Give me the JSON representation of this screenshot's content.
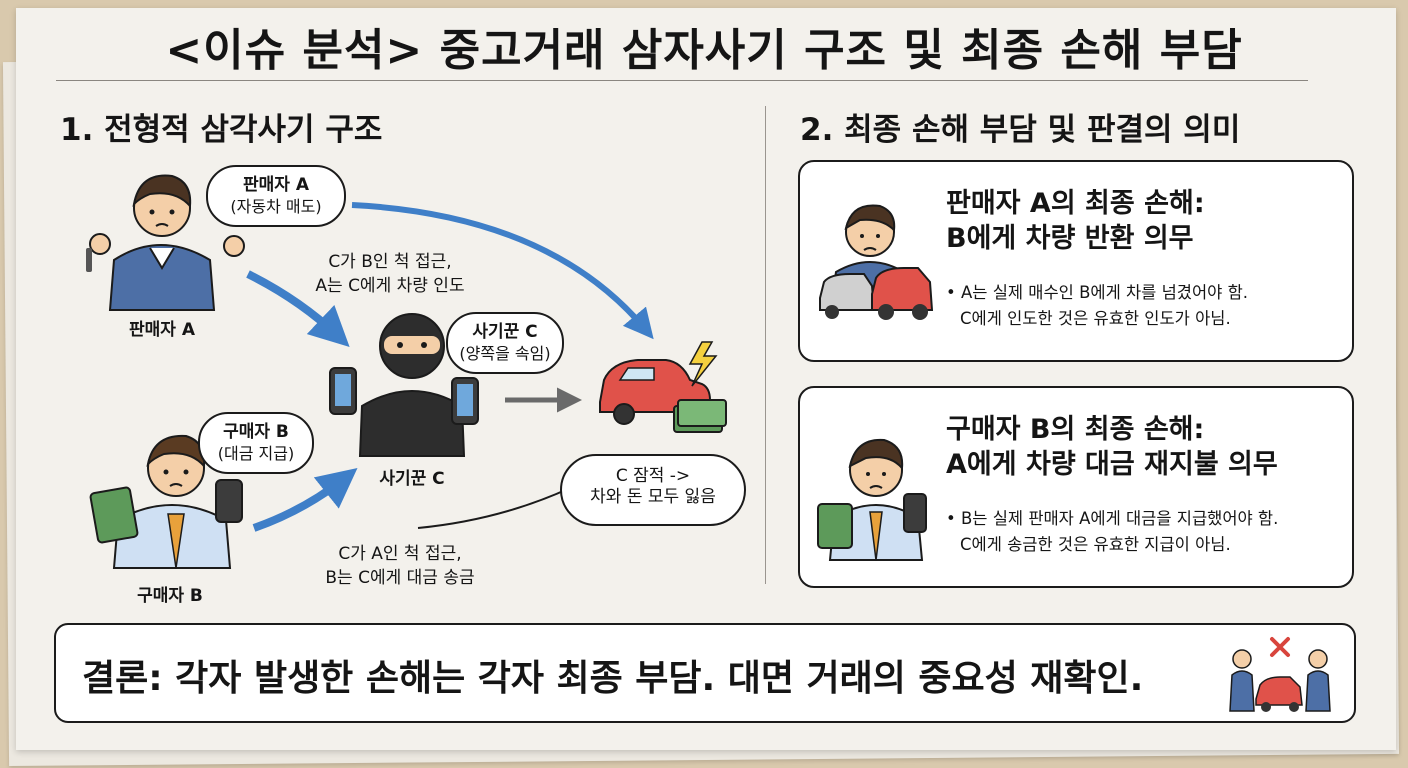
{
  "title": "<이슈 분석> 중고거래 삼자사기 구조 및 최종 손해 부담",
  "section1": {
    "heading": "1. 전형적 삼각사기 구조",
    "seller": {
      "label": "판매자 A",
      "bubble_line1": "판매자 A",
      "bubble_line2": "(자동차 매도)"
    },
    "scammer": {
      "label": "사기꾼 C",
      "bubble_line1": "사기꾼 C",
      "bubble_line2": "(양쪽을 속임)"
    },
    "buyer": {
      "label": "구매자 B",
      "bubble_line1": "구매자 B",
      "bubble_line2": "(대금 지급)"
    },
    "note_top": {
      "line1": "C가 B인 척 접근,",
      "line2": "A는 C에게 차량 인도"
    },
    "note_bottom": {
      "line1": "C가 A인 척 접근,",
      "line2": "B는 C에게 대금 송금"
    },
    "result_bubble": {
      "line1": "C 잠적 ->",
      "line2": "차와 돈 모두 잃음"
    }
  },
  "section2": {
    "heading": "2. 최종 손해 부담 및 판결의 의미",
    "card1": {
      "title_line1": "판매자 A의 최종 손해:",
      "title_line2": "B에게 차량 반환 의무",
      "body_line1": "• A는 실제 매수인 B에게 차를 넘겼어야 함.",
      "body_line2": "C에게 인도한 것은 유효한 인도가 아님."
    },
    "card2": {
      "title_line1": "구매자 B의 최종 손해:",
      "title_line2": "A에게 차량 대금 재지불 의무",
      "body_line1": "• B는 실제 판매자 A에게 대금을 지급했어야 함.",
      "body_line2": "C에게 송금한 것은 유효한 지급이 아님."
    }
  },
  "conclusion": "결론: 각자 발생한 손해는 각자 최종 부담. 대면 거래의 중요성 재확인.",
  "colors": {
    "arrow_blue": "#3f7fc8",
    "car_red": "#e0524a",
    "shirt_blue": "#4d6fa6",
    "cash_green": "#5d9a5a",
    "cross_red": "#d8453d"
  }
}
